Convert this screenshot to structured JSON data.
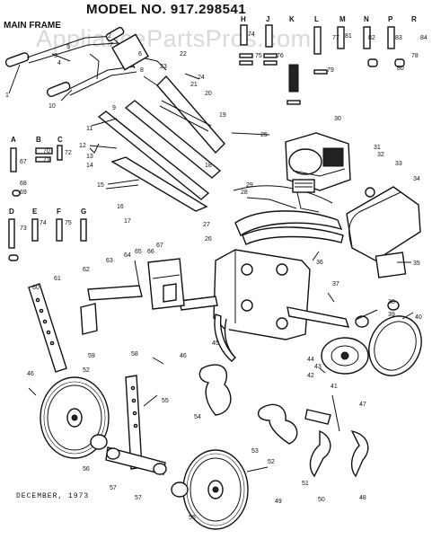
{
  "title": "MODEL NO. 917.298541",
  "section": "MAIN FRAME",
  "watermark": "AppliancePartsPros.com",
  "footer": "DECEMBER, 1973",
  "hardware_letters": [
    "A",
    "B",
    "C",
    "D",
    "E",
    "F",
    "G",
    "H",
    "J",
    "K",
    "L",
    "M",
    "N",
    "P",
    "R"
  ],
  "part_numbers": [
    "1",
    "2",
    "3",
    "4",
    "5",
    "6",
    "7",
    "8",
    "9",
    "10",
    "11",
    "12",
    "13",
    "14",
    "15",
    "16",
    "17",
    "18",
    "19",
    "20",
    "21",
    "22",
    "23",
    "24",
    "25",
    "26",
    "27",
    "28",
    "29",
    "30",
    "31",
    "32",
    "33",
    "34",
    "35",
    "36",
    "37",
    "38",
    "39",
    "40",
    "41",
    "42",
    "43",
    "44",
    "45",
    "46",
    "47",
    "48",
    "49",
    "50",
    "51",
    "52",
    "53",
    "54",
    "55",
    "56",
    "57",
    "58",
    "59",
    "60",
    "61",
    "62",
    "63",
    "64",
    "65",
    "66",
    "67",
    "68",
    "69",
    "70",
    "71",
    "72",
    "73",
    "74",
    "75",
    "76",
    "77",
    "78",
    "79",
    "80",
    "81",
    "82",
    "83",
    "84"
  ],
  "labels": {
    "A": "A",
    "B": "B",
    "C": "C",
    "D": "D",
    "E": "E",
    "F": "F",
    "G": "G",
    "H": "H",
    "J": "J",
    "K": "K",
    "L": "L",
    "M": "M",
    "N": "N",
    "P": "P",
    "R": "R",
    "n1": "1",
    "n2": "2",
    "n3": "3",
    "n4": "4",
    "n5": "5",
    "n6": "6",
    "n7": "7",
    "n8": "8",
    "n9": "9",
    "n10": "10",
    "n11": "11",
    "n12": "12",
    "n13": "13",
    "n14": "14",
    "n15": "15",
    "n16": "16",
    "n17": "17",
    "n18": "18",
    "n19": "19",
    "n20": "20",
    "n21": "21",
    "n22": "22",
    "n23": "23",
    "n24": "24",
    "n25": "25",
    "n26": "26",
    "n27": "27",
    "n28": "28",
    "n29": "29",
    "n30": "30",
    "n31": "31",
    "n32": "32",
    "n33": "33",
    "n34": "34",
    "n35": "35",
    "n36": "36",
    "n37": "37",
    "n38": "38",
    "n39": "39",
    "n40": "40",
    "n41": "41",
    "n42": "42",
    "n43": "43",
    "n44": "44",
    "n45": "45",
    "n46": "46",
    "n47": "47",
    "n48": "48",
    "n49": "49",
    "n50": "50",
    "n51": "51",
    "n52": "52",
    "n53": "53",
    "n54": "54",
    "n55": "55",
    "n56": "56",
    "n57": "57",
    "n58": "58",
    "n59": "59",
    "n60": "60",
    "n61": "61",
    "n62": "62",
    "n63": "63",
    "n64": "64",
    "n65": "65",
    "n66": "66",
    "n67": "67",
    "n68": "68",
    "n69": "69",
    "n70": "70",
    "n71": "71",
    "n72": "72",
    "n73": "73",
    "n74": "74",
    "n75": "75",
    "n76": "76",
    "n77": "77",
    "n78": "78",
    "n79": "79",
    "n80": "80",
    "n81": "81",
    "n82": "82",
    "n83": "83",
    "n84": "84"
  }
}
